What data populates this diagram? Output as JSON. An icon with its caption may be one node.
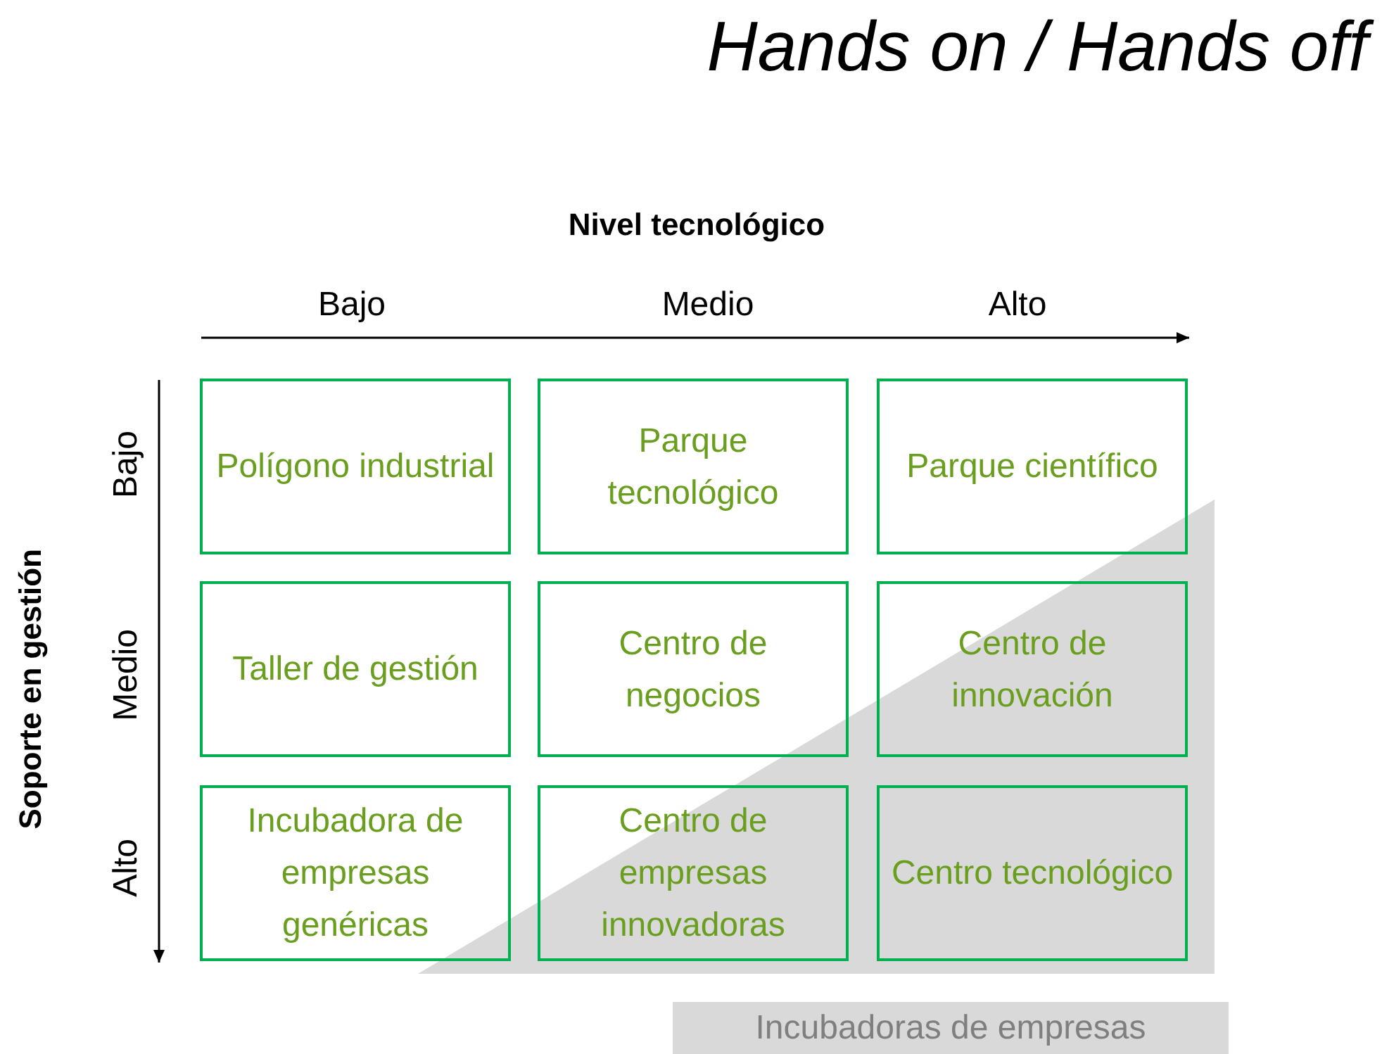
{
  "diagram": {
    "title": "Hands on / Hands off",
    "nodes": [
      {
        "text": [
          "Polígono industrial"
        ]
      },
      {
        "text": [
          "Parque tecnológico"
        ]
      },
      {
        "text": [
          "Parque científico"
        ]
      },
      {
        "text": [
          "Taller de gestión"
        ]
      },
      {
        "text": [
          "Centro de negocios"
        ]
      },
      {
        "text": [
          "Centro de innovación"
        ]
      },
      {
        "text": [
          "Incubadora de empresas genéricas"
        ]
      },
      {
        "text": [
          "Centro de empresas innovadoras"
        ]
      },
      {
        "text": [
          "Centro tecnológico"
        ]
      },
      {
        "text": [
          "Incubadoras de empresas"
        ]
      }
    ],
    "labels": [
      "Nivel tecnológico",
      "Bajo",
      "Medio",
      "Alto",
      "Soporte en gestión",
      "Bajo",
      "Medio",
      "Alto"
    ]
  }
}
